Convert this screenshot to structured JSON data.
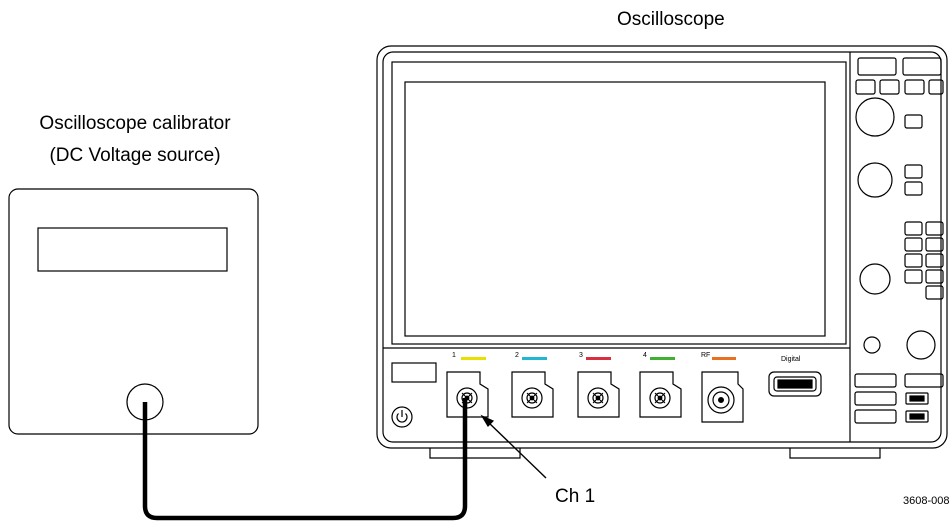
{
  "labels": {
    "oscilloscope_title": "Oscilloscope",
    "calibrator_title_line1": "Oscilloscope calibrator",
    "calibrator_title_line2": "(DC Voltage source)",
    "callout": "Ch 1",
    "figure_id": "3608-008"
  },
  "front_panel": {
    "channels": [
      {
        "label": "1",
        "color": "#e8e000"
      },
      {
        "label": "2",
        "color": "#20b8d0"
      },
      {
        "label": "3",
        "color": "#d83040"
      },
      {
        "label": "4",
        "color": "#40b030"
      },
      {
        "label": "RF",
        "color": "#e87020"
      }
    ],
    "digital_label": "Digital"
  },
  "colors": {
    "outline": "#000000",
    "cable": "#000000"
  }
}
